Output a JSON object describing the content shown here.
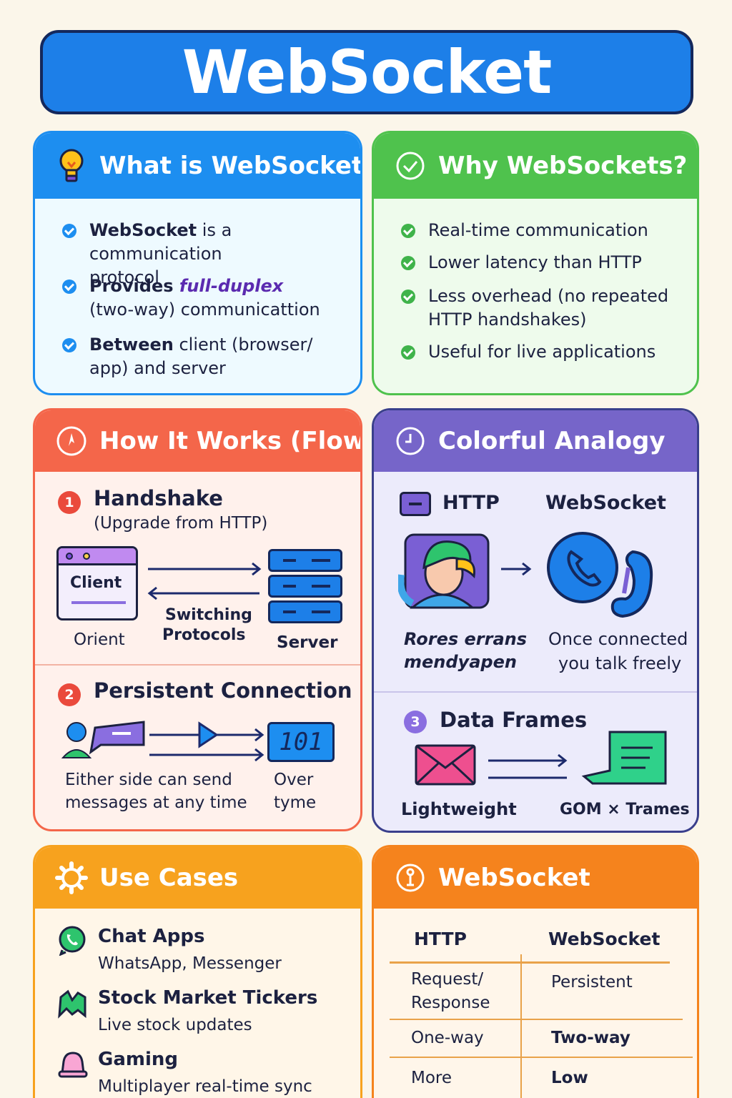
{
  "title": "WebSocket",
  "what": {
    "heading": "What is WebSocket?",
    "items": [
      {
        "bold": "WebSocket",
        "rest": " is a communication",
        "line2": "protocol"
      },
      {
        "bold": "Provides ",
        "italic": "full-duplex",
        "line2": "(two-way) communicattion"
      },
      {
        "bold": "Between",
        "rest": " client (browser/",
        "line2": "app) and server"
      }
    ]
  },
  "why": {
    "heading": "Why WebSockets?",
    "items": [
      {
        "line1": "Real-time communication"
      },
      {
        "line1": "Lower latency than HTTP"
      },
      {
        "line1": "Less overhead (no repeated",
        "line2": "HTTP handshakes)"
      },
      {
        "line1": "Useful for live applications"
      }
    ]
  },
  "flow": {
    "heading": "How It Works (Flow)",
    "step1": {
      "num": "1",
      "title": "Handshake",
      "subtitle": "(Upgrade from HTTP)",
      "client_box": "Client",
      "client_caption": "Orient",
      "arrow_label_1": "Switching",
      "arrow_label_2": "Protocols",
      "server_caption": "Server"
    },
    "step2": {
      "num": "2",
      "title": "Persistent Connection",
      "binary": "101",
      "caption_1a": "Either side can send",
      "caption_1b": "messages at any time",
      "caption_2a": "Over",
      "caption_2b": "tyme"
    }
  },
  "analogy": {
    "heading": "Colorful Analogy",
    "http_label": "HTTP",
    "ws_label": "WebSocket",
    "http_caption_1": "Rores errans",
    "http_caption_2": "mendyapen",
    "ws_caption_1": "Once connected",
    "ws_caption_2": "you talk freely",
    "frames": {
      "num": "3",
      "title": "Data Frames",
      "left_caption": "Lightweight",
      "right_caption": "GOM × Trames"
    }
  },
  "use_cases": {
    "heading": "Use Cases",
    "items": [
      {
        "title": "Chat Apps",
        "sub": "WhatsApp, Messenger",
        "icon": "whatsapp-icon"
      },
      {
        "title": "Stock Market Tickers",
        "sub": "Live stock updates",
        "icon": "chart-icon"
      },
      {
        "title": "Gaming",
        "sub": "Multiplayer real-time sync",
        "icon": "bell-icon"
      }
    ]
  },
  "compare": {
    "heading": "WebSocket",
    "col1": "HTTP",
    "col2": "WebSocket",
    "rows": [
      {
        "a1": "Request/",
        "a2": "Response",
        "b": "Persistent"
      },
      {
        "a1": "One-way",
        "b": "Two-way"
      },
      {
        "a1": "More",
        "b": "Low"
      }
    ]
  },
  "colors": {
    "blue": "#1d8ef0",
    "green": "#4fc24d",
    "red": "#f4664a",
    "purple": "#6f5bc8",
    "orange": "#f7a21e",
    "deep_orange": "#f5831d"
  }
}
